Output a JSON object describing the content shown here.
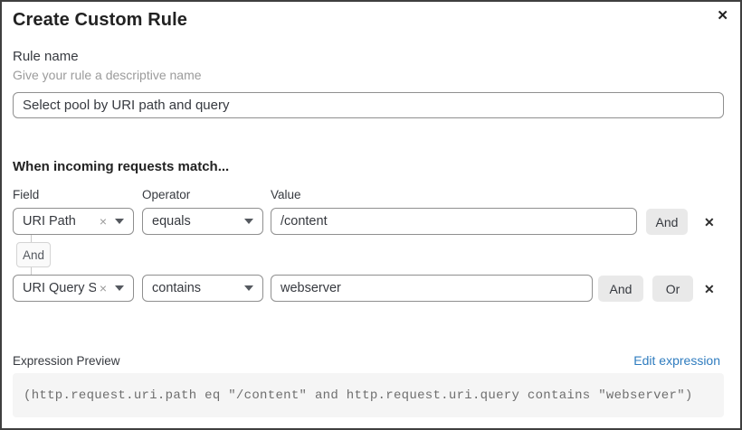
{
  "dialog": {
    "title": "Create Custom Rule",
    "close_icon": "✕"
  },
  "rule_name": {
    "label": "Rule name",
    "helper": "Give your rule a descriptive name",
    "value": "Select pool by URI path and query"
  },
  "matcher": {
    "heading": "When incoming requests match...",
    "columns": {
      "field": "Field",
      "operator": "Operator",
      "value": "Value"
    },
    "connector_label": "And",
    "clear_icon": "×",
    "delete_icon": "✕",
    "rows": [
      {
        "field": "URI Path",
        "operator": "equals",
        "value": "/content",
        "and_label": "And"
      },
      {
        "field": "URI Query St...",
        "operator": "contains",
        "value": "webserver",
        "and_label": "And",
        "or_label": "Or"
      }
    ]
  },
  "expression": {
    "label": "Expression Preview",
    "edit_link": "Edit expression",
    "code": "(http.request.uri.path eq \"/content\" and http.request.uri.query contains \"webserver\")"
  },
  "colors": {
    "link_blue": "#2f7cbf",
    "input_border": "#8f8f8f",
    "button_bg": "#e9e9e9",
    "code_bg": "#f5f5f5",
    "frame_border": "#3f3f3f"
  }
}
